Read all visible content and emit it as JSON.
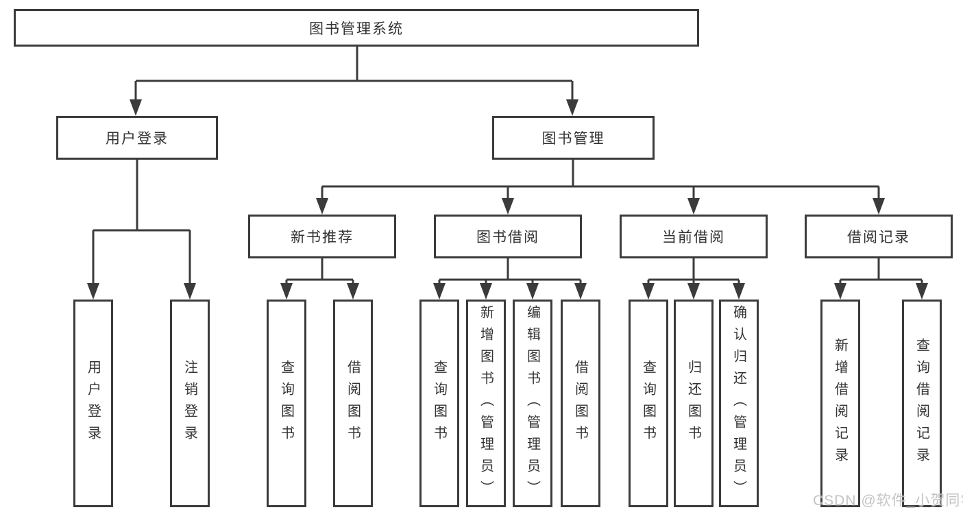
{
  "colors": {
    "line": "#3b3b3b",
    "text": "#333333",
    "background": "#ffffff",
    "watermark": "#bdbdbd"
  },
  "watermark": {
    "text": "CSDN @软件_小贺同学"
  },
  "tree": {
    "root": {
      "label": "图书管理系统"
    },
    "user_login": {
      "label": "用户登录",
      "children": [
        {
          "label": "用户登录"
        },
        {
          "label": "注销登录"
        }
      ]
    },
    "book_mgmt": {
      "label": "图书管理",
      "children": [
        {
          "label": "新书推荐",
          "children": [
            {
              "label": "查询图书"
            },
            {
              "label": "借阅图书"
            }
          ]
        },
        {
          "label": "图书借阅",
          "children": [
            {
              "label": "查询图书"
            },
            {
              "label": "新增图书（管理员）"
            },
            {
              "label": "编辑图书（管理员）"
            },
            {
              "label": "借阅图书"
            }
          ]
        },
        {
          "label": "当前借阅",
          "children": [
            {
              "label": "查询图书"
            },
            {
              "label": "归还图书"
            },
            {
              "label": "确认归还（管理员）"
            }
          ]
        },
        {
          "label": "借阅记录",
          "children": [
            {
              "label": "新增借阅记录"
            },
            {
              "label": "查询借阅记录"
            }
          ]
        }
      ]
    }
  }
}
